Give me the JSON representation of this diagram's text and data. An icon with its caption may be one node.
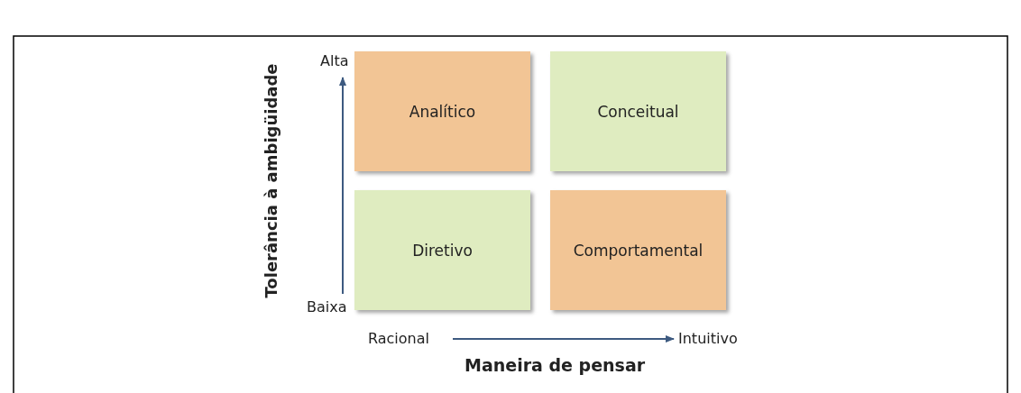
{
  "diagram": {
    "nodes": [
      {
        "text": [
          "Analítico"
        ]
      },
      {
        "text": [
          "Conceitual"
        ]
      },
      {
        "text": [
          "Diretivo"
        ]
      },
      {
        "text": [
          "Comportamental"
        ]
      }
    ],
    "labels": [
      "Alta",
      "Tolerância à ambigüidade",
      "Baixa",
      "Racional",
      "Intuitivo",
      "Maneira de pensar"
    ]
  }
}
